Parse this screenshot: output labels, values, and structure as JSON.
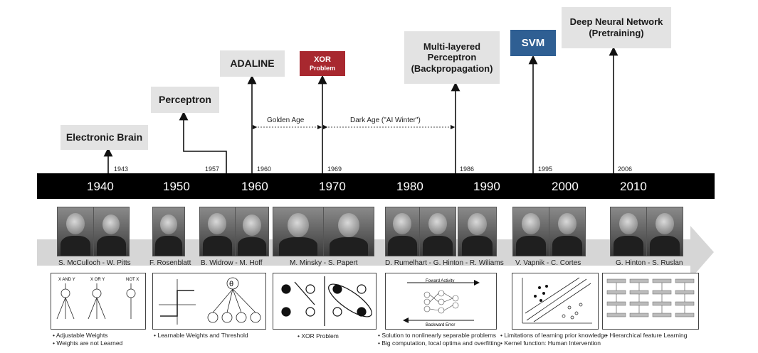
{
  "milestones": {
    "electronic_brain": "Electronic Brain",
    "perceptron": "Perceptron",
    "adaline": "ADALINE",
    "xor_problem": [
      "XOR",
      "Problem"
    ],
    "mlp": [
      "Multi-layered",
      "Perceptron",
      "(Backpropagation)"
    ],
    "svm": "SVM",
    "dnn": [
      "Deep Neural Network",
      "(Pretraining)"
    ]
  },
  "event_years": {
    "y1943": "1943",
    "y1957": "1957",
    "y1960": "1960",
    "y1969": "1969",
    "y1986": "1986",
    "y1995": "1995",
    "y2006": "2006"
  },
  "eras": {
    "golden": "Golden Age",
    "dark": "Dark Age (\"AI Winter\")"
  },
  "decades": [
    "1940",
    "1950",
    "1960",
    "1970",
    "1980",
    "1990",
    "2000",
    "2010"
  ],
  "people": {
    "mcculloch_pitts": "S. McCulloch - W. Pitts",
    "rosenblatt": "F. Rosenblatt",
    "widrow_hoff": "B. Widrow - M. Hoff",
    "minsky_papert": "M. Minsky - S. Papert",
    "rumelhart_hinton_wiliams": "D. Rumelhart - G. Hinton - R. Wiliams",
    "vapnik_cortes": "V. Vapnik - C. Cortes",
    "hinton_ruslan": "G. Hinton - S. Ruslan"
  },
  "panel_text": {
    "and": "X AND Y",
    "or": "X OR Y",
    "not": "NOT X",
    "theta": "θ",
    "forward": "Foward Activity",
    "backward": "Backward Error"
  },
  "notes": {
    "n1": [
      "• Adjustable Weights",
      "• Weights are not Learned"
    ],
    "n2": [
      "• Learnable Weights  and Threshold"
    ],
    "n3": [
      "• XOR Problem"
    ],
    "n4": [
      "• Solution to nonlinearly separable problems",
      "• Big computation, local optima and overfitting"
    ],
    "n5": [
      "• Limitations of learning prior knowledge",
      "• Kernel function: Human Intervention"
    ],
    "n6": [
      "• Hierarchical feature Learning"
    ]
  }
}
